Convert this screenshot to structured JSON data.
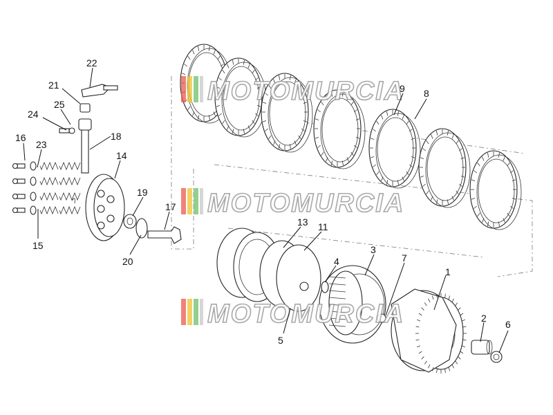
{
  "watermark": {
    "text": "MOTOMURCIA",
    "colors": [
      "#e85a4f",
      "#f2c230",
      "#6cc06a"
    ]
  },
  "callouts": [
    {
      "id": "c1",
      "text": "1"
    },
    {
      "id": "c2",
      "text": "2"
    },
    {
      "id": "c3",
      "text": "3"
    },
    {
      "id": "c4",
      "text": "4"
    },
    {
      "id": "c5",
      "text": "5"
    },
    {
      "id": "c6",
      "text": "6"
    },
    {
      "id": "c7",
      "text": "7"
    },
    {
      "id": "c8",
      "text": "8"
    },
    {
      "id": "c9",
      "text": "9"
    },
    {
      "id": "c11",
      "text": "11"
    },
    {
      "id": "c13",
      "text": "13"
    },
    {
      "id": "c14",
      "text": "14"
    },
    {
      "id": "c15",
      "text": "15"
    },
    {
      "id": "c16",
      "text": "16"
    },
    {
      "id": "c17",
      "text": "17"
    },
    {
      "id": "c18",
      "text": "18"
    },
    {
      "id": "c19",
      "text": "19"
    },
    {
      "id": "c20",
      "text": "20"
    },
    {
      "id": "c21",
      "text": "21"
    },
    {
      "id": "c22",
      "text": "22"
    },
    {
      "id": "c23",
      "text": "23"
    },
    {
      "id": "c24",
      "text": "24"
    },
    {
      "id": "c25",
      "text": "25"
    }
  ]
}
